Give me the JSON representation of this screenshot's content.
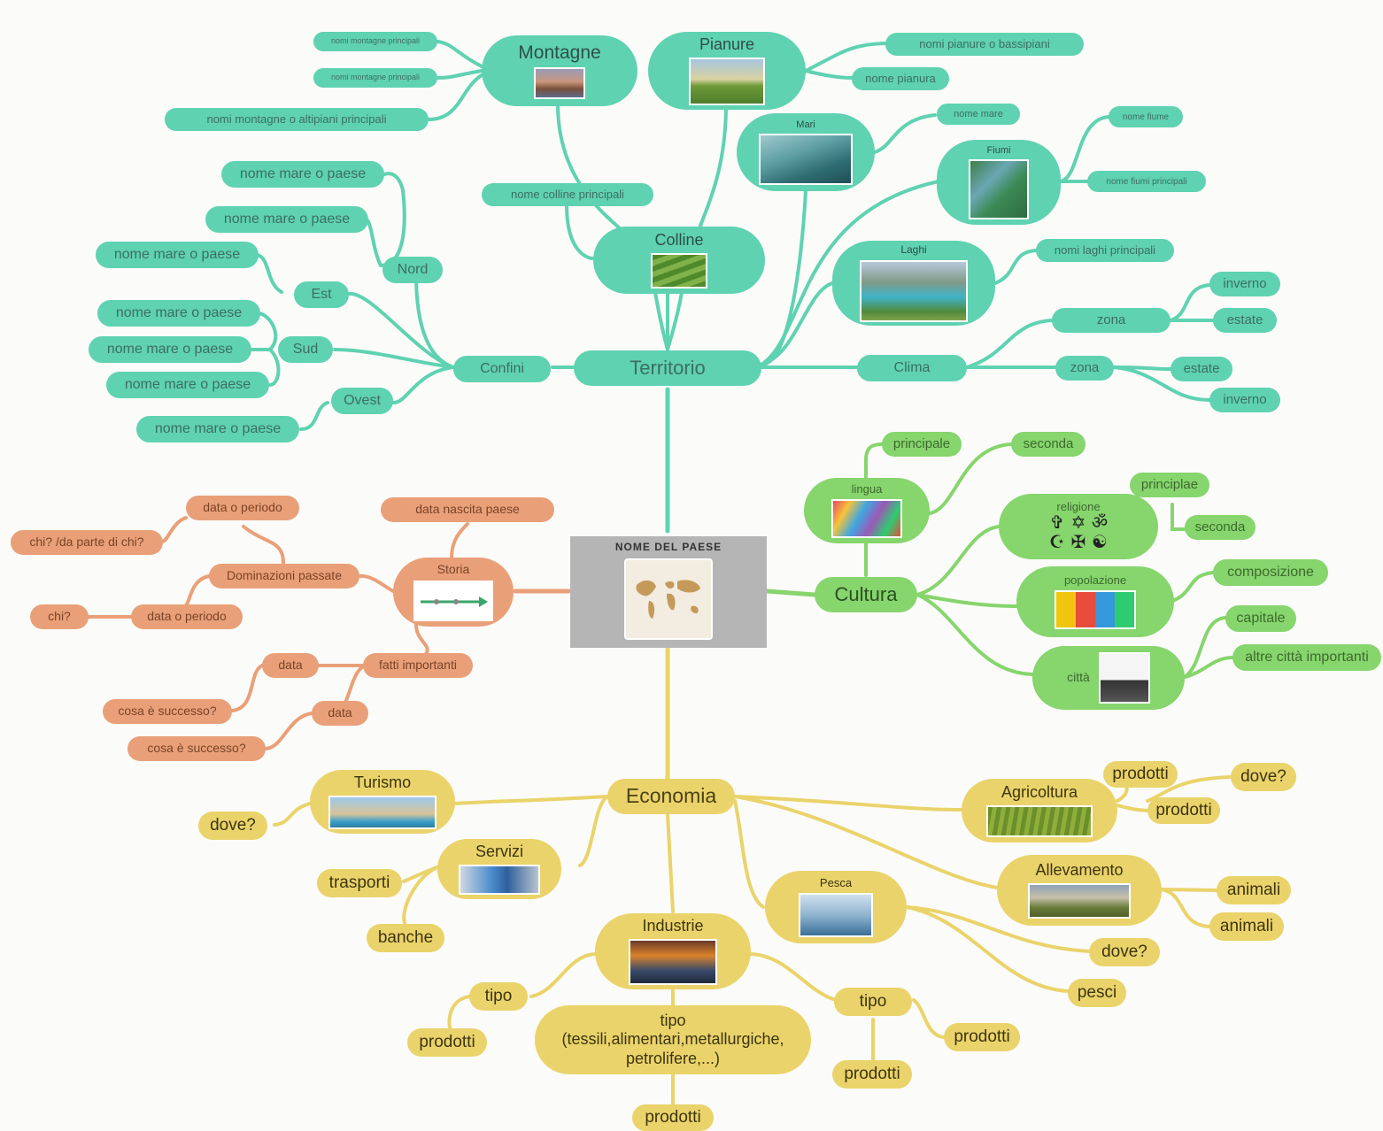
{
  "palette": {
    "territorio": "#5fd2b1",
    "cultura": "#86d56d",
    "storia": "#e9a078",
    "economia": "#ead36a",
    "center_bg": "#b5b5b5"
  },
  "center": {
    "title": "NOME DEL PAESE",
    "icon": "world-map-image"
  },
  "territorio": {
    "label": "Territorio",
    "montagne": {
      "label": "Montagne",
      "children": [
        "nomi montagne principali",
        "nomi montagne principali",
        "nomi montagne o altipiani principali"
      ]
    },
    "pianure": {
      "label": "Pianure",
      "children": [
        "nomi pianure o bassipiani",
        "nome pianura"
      ]
    },
    "colline": {
      "label": "Colline",
      "children": [
        "nome colline principali"
      ]
    },
    "mari": {
      "label": "Mari",
      "children": [
        "nome mare"
      ]
    },
    "fiumi": {
      "label": "Fiumi",
      "children": [
        "nome fiume",
        "nome fiumi principali"
      ]
    },
    "laghi": {
      "label": "Laghi",
      "children": [
        "nomi laghi principali"
      ]
    },
    "confini": {
      "label": "Confini",
      "nord": {
        "label": "Nord",
        "children": [
          "nome mare o paese",
          "nome mare o paese"
        ]
      },
      "est": {
        "label": "Est",
        "children": [
          "nome mare o paese"
        ]
      },
      "sud": {
        "label": "Sud",
        "children": [
          "nome mare o paese",
          "nome mare o paese",
          "nome mare o paese"
        ]
      },
      "ovest": {
        "label": "Ovest",
        "children": [
          "nome mare o paese"
        ]
      }
    },
    "clima": {
      "label": "Clima",
      "zona1": {
        "label": "zona",
        "children": [
          "inverno",
          "estate"
        ]
      },
      "zona2": {
        "label": "zona",
        "children": [
          "estate",
          "inverno"
        ]
      }
    }
  },
  "cultura": {
    "label": "Cultura",
    "lingua": {
      "label": "lingua",
      "children": [
        "principale",
        "seconda"
      ]
    },
    "religione": {
      "label": "religione",
      "icons": [
        "✞",
        "✡",
        "ॐ",
        "☪",
        "✠",
        "☯"
      ],
      "children": [
        "principlae",
        "seconda"
      ]
    },
    "popolazione": {
      "label": "popolazione",
      "children": [
        "composizione"
      ]
    },
    "citta": {
      "label": "città",
      "children": [
        "capitale",
        "altre città importanti"
      ]
    }
  },
  "storia": {
    "label": "Storia",
    "data_nascita": "data nascita paese",
    "dominazioni": {
      "label": "Dominazioni passate",
      "data1": "data o periodo",
      "chi1": "chi? /da parte di chi?",
      "data2": "data o periodo",
      "chi2": "chi?"
    },
    "fatti": {
      "label": "fatti importanti",
      "data1": "data",
      "cosa1": "cosa è successo?",
      "data2": "data",
      "cosa2": "cosa è successo?"
    }
  },
  "economia": {
    "label": "Economia",
    "turismo": {
      "label": "Turismo",
      "children": [
        "dove?"
      ]
    },
    "servizi": {
      "label": "Servizi",
      "children": [
        "trasporti",
        "banche"
      ]
    },
    "industrie": {
      "label": "Industrie",
      "tipo_left": {
        "label": "tipo",
        "children": [
          "prodotti"
        ]
      },
      "tipo_center": {
        "label": "tipo\n(tessili,alimentari,metallurgiche,\npetrolifere,...)",
        "children": [
          "prodotti"
        ]
      },
      "tipo_right": {
        "label": "tipo",
        "children": [
          "prodotti",
          "prodotti"
        ]
      }
    },
    "pesca": {
      "label": "Pesca",
      "children": [
        "dove?",
        "pesci"
      ]
    },
    "agricoltura": {
      "label": "Agricoltura",
      "children": [
        "prodotti",
        "prodotti"
      ],
      "sub": [
        "dove?"
      ]
    },
    "allevamento": {
      "label": "Allevamento",
      "children": [
        "animali",
        "animali"
      ]
    }
  }
}
